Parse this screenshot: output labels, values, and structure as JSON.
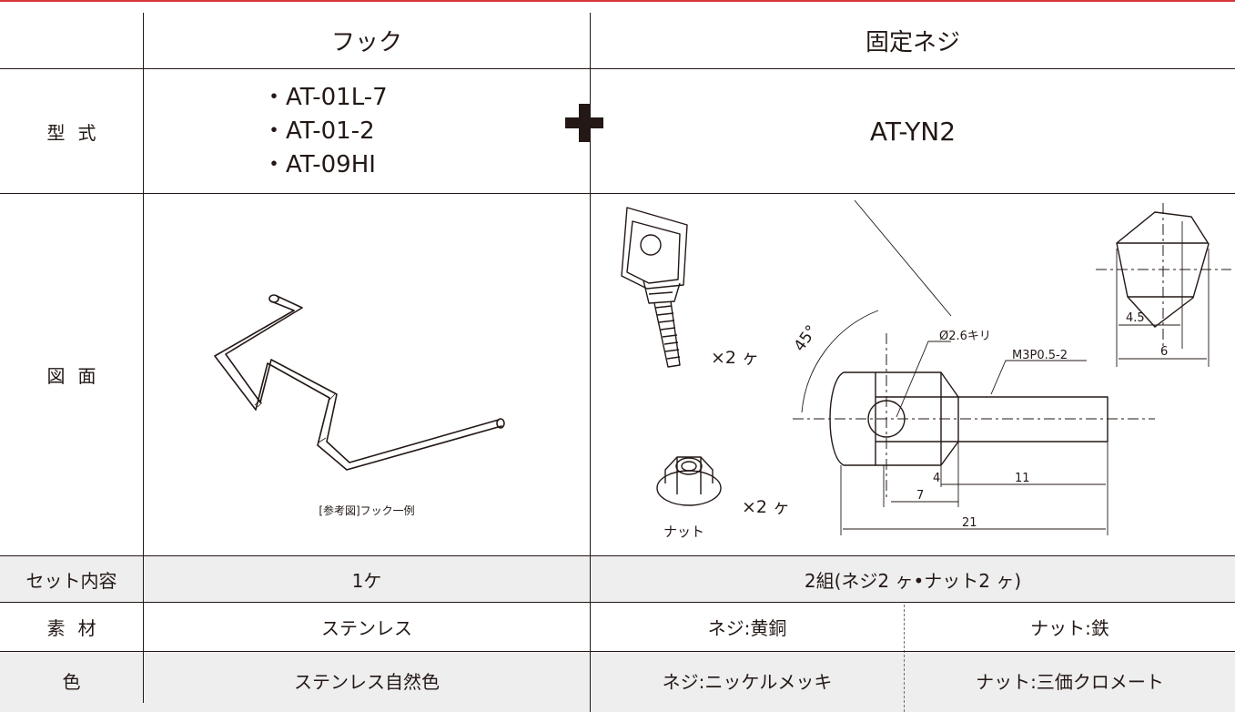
{
  "header": {
    "col_hook": "フック",
    "col_screw": "固定ネジ"
  },
  "rows": {
    "model": {
      "label": "型式",
      "hook_models": [
        "・AT-01L-7",
        "・AT-01-2",
        "・AT-09HI"
      ],
      "screw_model": "AT-YN2"
    },
    "drawing": {
      "label": "図面",
      "hook_caption": "[参考図]フック一例",
      "screw_qty": "×2 ヶ",
      "nut_qty": "×2 ヶ",
      "nut_label": "ナット",
      "dims": {
        "angle": "45°",
        "hole": "Ø2.6キリ",
        "thread": "M3P0.5-2",
        "d4": "4",
        "d7": "7",
        "d11": "11",
        "d21": "21",
        "d4_5": "4.5",
        "d6": "6"
      }
    },
    "set": {
      "label": "セット内容",
      "hook": "1ケ",
      "screw": "2組(ネジ2 ヶ•ナット2 ヶ)"
    },
    "material": {
      "label": "素材",
      "hook": "ステンレス",
      "screw": "ネジ:黄銅",
      "nut": "ナット:鉄"
    },
    "color": {
      "label": "色",
      "hook": "ステンレス自然色",
      "screw": "ネジ:ニッケルメッキ",
      "nut": "ナット:三価クロメート"
    }
  },
  "colors": {
    "top_rule": "#d7373a",
    "text": "#231815",
    "plus": "#231815",
    "row_shade": "#eeeeee"
  }
}
